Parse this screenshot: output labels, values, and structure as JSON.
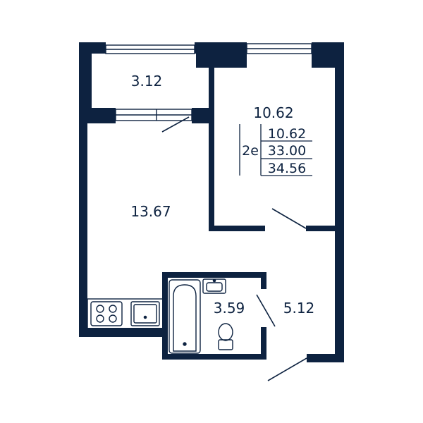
{
  "colors": {
    "wall": "#0d2240",
    "line": "#0d2240",
    "background": "#ffffff"
  },
  "rooms": {
    "balcony_area": "3.12",
    "bedroom_area": "10.62",
    "living_kitchen_area": "13.67",
    "bathroom_area": "3.59",
    "hallway_area": "5.12"
  },
  "summary": {
    "room_code": "2e",
    "living_area": "10.62",
    "total_area": "33.00",
    "total_with_balcony": "34.56"
  },
  "fixtures": {
    "stove": "stove-icon",
    "kitchen_sink": "kitchen-sink-icon",
    "bathtub": "bathtub-icon",
    "bathroom_sink": "bathroom-sink-icon",
    "toilet": "toilet-icon"
  }
}
